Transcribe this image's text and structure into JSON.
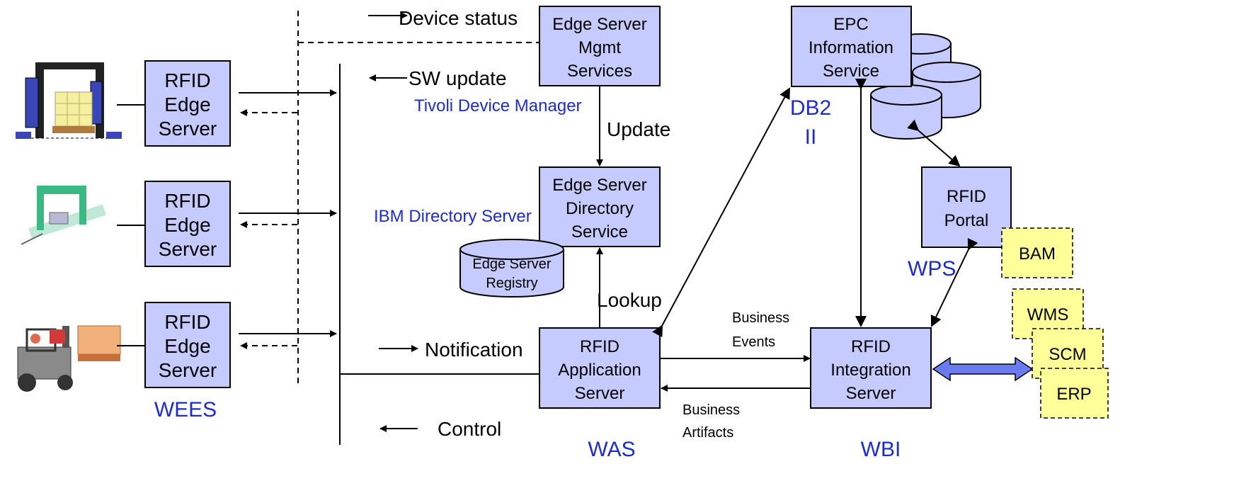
{
  "edge_servers": [
    {
      "line1": "RFID",
      "line2": "Edge",
      "line3": "Server"
    },
    {
      "line1": "RFID",
      "line2": "Edge",
      "line3": "Server"
    },
    {
      "line1": "RFID",
      "line2": "Edge",
      "line3": "Server"
    }
  ],
  "edge_mgmt": {
    "line1": "Edge Server",
    "line2": "Mgmt",
    "line3": "Services"
  },
  "edge_directory": {
    "line1": "Edge Server",
    "line2": "Directory",
    "line3": "Service"
  },
  "registry": {
    "line1": "Edge Server",
    "line2": "Registry"
  },
  "epc": {
    "line1": "EPC",
    "line2": "Information",
    "line3": "Service"
  },
  "app_server": {
    "line1": "RFID",
    "line2": "Application",
    "line3": "Server"
  },
  "integration_server": {
    "line1": "RFID",
    "line2": "Integration",
    "line3": "Server"
  },
  "portal": {
    "line1": "RFID",
    "line2": "Portal"
  },
  "systems": {
    "bam": "BAM",
    "wms": "WMS",
    "scm": "SCM",
    "erp": "ERP"
  },
  "labels": {
    "device_status": "Device status",
    "sw_update": "SW update",
    "tivoli": "Tivoli Device Manager",
    "update": "Update",
    "ibm_directory": "IBM Directory Server",
    "lookup": "Lookup",
    "notification": "Notification",
    "control": "Control",
    "business_events_1": "Business",
    "business_events_2": "Events",
    "business_artifacts_1": "Business",
    "business_artifacts_2": "Artifacts",
    "db2_1": "DB2",
    "db2_2": "II",
    "wees": "WEES",
    "was": "WAS",
    "wbi": "WBI",
    "wps": "WPS"
  },
  "colors": {
    "box_fill": "#c6cbff",
    "system_fill": "#ffff99",
    "product_label": "#1f2dc8",
    "arrow_fill": "#6b7cf0"
  }
}
